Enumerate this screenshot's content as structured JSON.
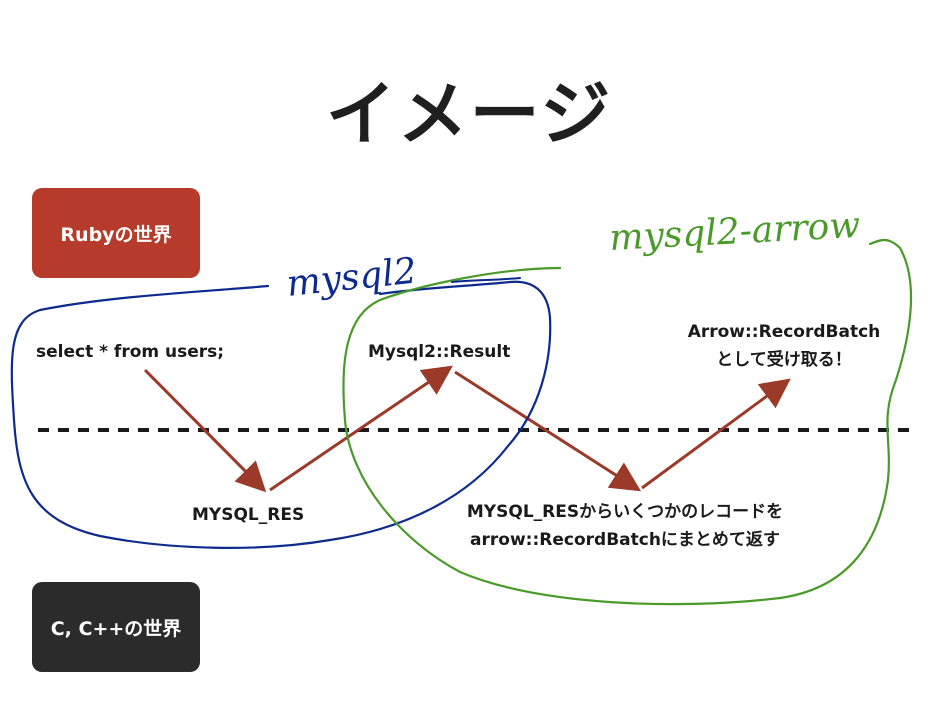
{
  "title": "イメージ",
  "worlds": {
    "ruby": "Rubyの世界",
    "c": "C, C++の世界"
  },
  "nodes": {
    "query": "select * from users;",
    "mysql_res": "MYSQL_RES",
    "mysql2_result": "Mysql2::Result",
    "conversion_line1": "MYSQL_RESからいくつかのレコードを",
    "conversion_line2": "arrow::RecordBatchにまとめて返す",
    "receive_line1": "Arrow::RecordBatch",
    "receive_line2": "として受け取る！"
  },
  "annotations": {
    "mysql2": "mysql2",
    "mysql2_arrow": "mysql2-arrow"
  },
  "colors": {
    "ruby_world": "#b73b2b",
    "c_world": "#2b2b2b",
    "arrow": "#9c3a2a",
    "mysql2_outline": "#0d2a8f",
    "mysql2_arrow_outline": "#4a9a2a"
  }
}
